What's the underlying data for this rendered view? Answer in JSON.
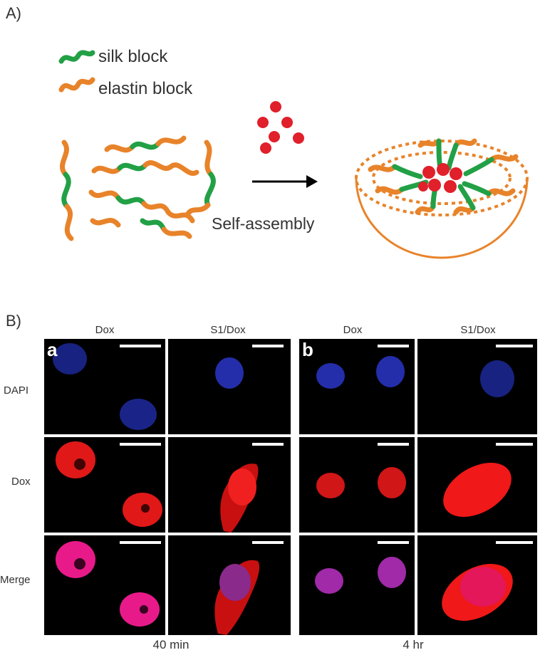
{
  "panelA": {
    "label": "A)",
    "legend": {
      "silk": "silk block",
      "elastin": "elastin block"
    },
    "arrow_label": "Self-assembly"
  },
  "panelB": {
    "label": "B)",
    "col_headers": [
      "Dox",
      "S1/Dox",
      "Dox",
      "S1/Dox"
    ],
    "row_headers": [
      "DAPI",
      "Dox",
      "Merge"
    ],
    "group_letters": [
      "a",
      "b"
    ],
    "time_labels": [
      "40 min",
      "4 hr"
    ]
  },
  "colors": {
    "silk": "#22a046",
    "elastin": "#e8832a",
    "drug": "#e0202a",
    "dapi": "#2a36c8",
    "dox": "#f01818",
    "merge": "#e81a8a"
  }
}
